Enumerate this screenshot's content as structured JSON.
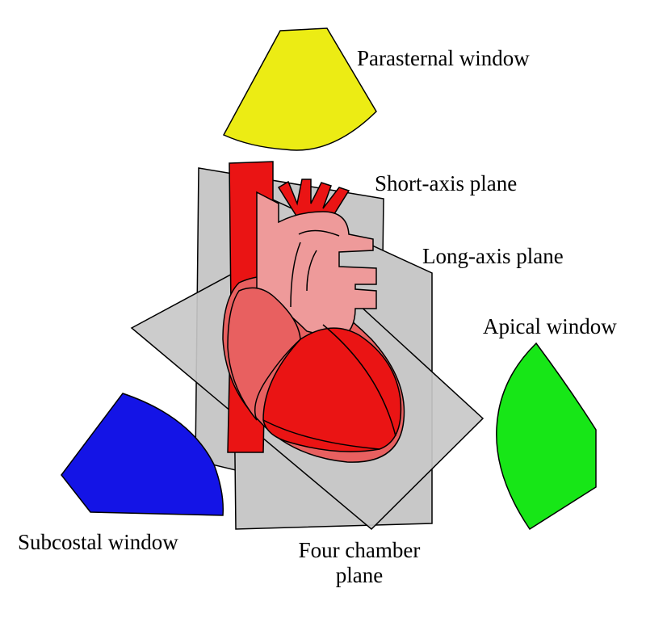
{
  "labels": {
    "parasternal": "Parasternal window",
    "short_axis": "Short-axis plane",
    "long_axis": "Long-axis plane",
    "apical": "Apical window",
    "subcostal": "Subcostal window",
    "four_chamber_line1": "Four chamber",
    "four_chamber_line2": "plane"
  },
  "colors": {
    "parasternal_window": "#ECEC14",
    "apical_window": "#17E617",
    "subcostal_window": "#1414E6",
    "plane": "#C8C8C8",
    "heart_light": "#EE9A9A",
    "heart_mid": "#E86060",
    "heart_dark": "#EA1414",
    "outline": "#000000"
  }
}
